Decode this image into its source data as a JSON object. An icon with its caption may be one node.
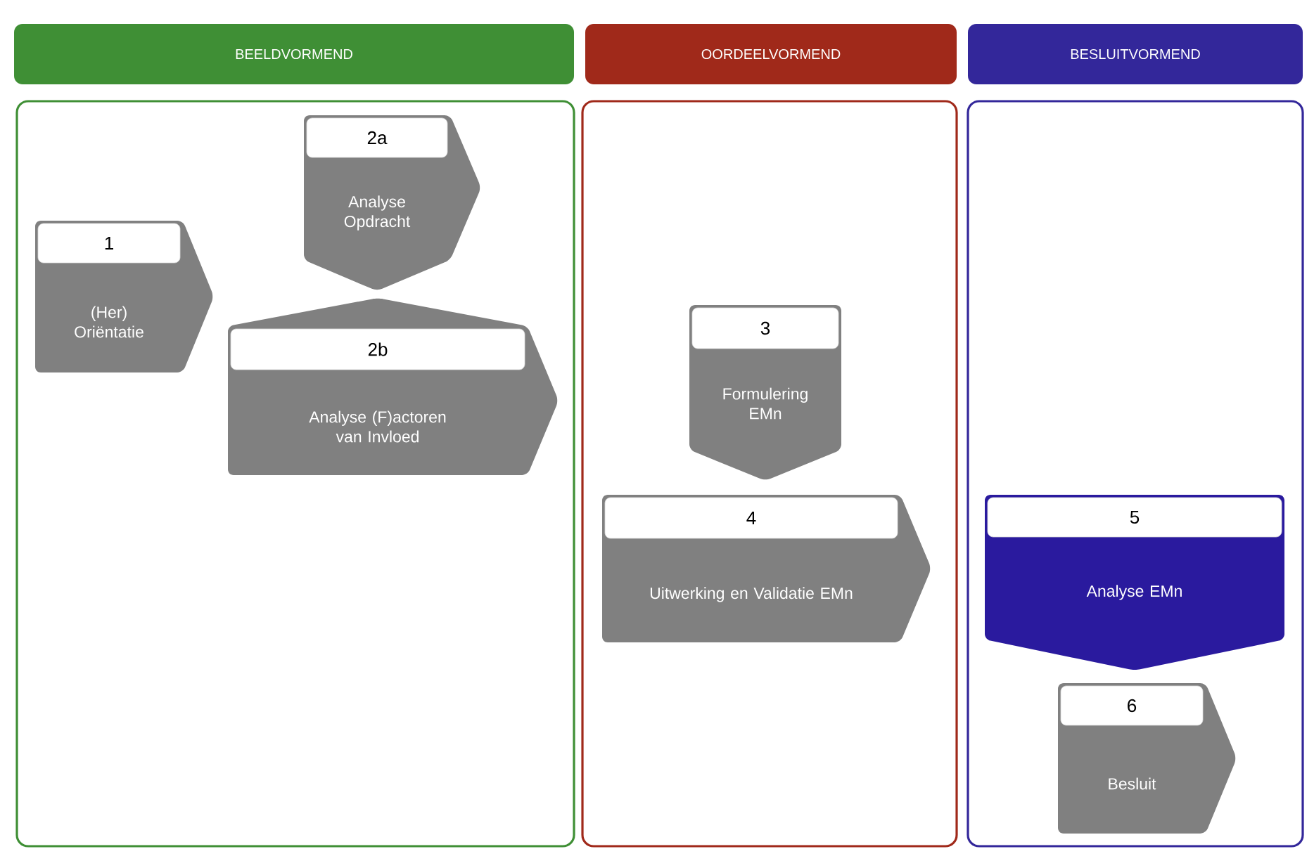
{
  "diagram": {
    "nodes": [
      {
        "text": [
          "BEELDVORMEND"
        ]
      },
      {
        "text": [
          "OORDEELVORMEND"
        ]
      },
      {
        "text": [
          "BESLUITVORMEND"
        ]
      },
      {
        "text": [],
        "shape": "box"
      },
      {
        "text": [],
        "shape": "box"
      },
      {
        "text": [],
        "shape": "box"
      },
      {
        "text": [
          "1",
          "(Her) Oriëntatie"
        ],
        "in": 3
      },
      {
        "text": [
          "2a",
          "Analyse Opdracht"
        ],
        "in": 3
      },
      {
        "text": [
          "2b",
          "Analyse (F)actoren van Invloed"
        ],
        "in": 3
      },
      {
        "text": [
          "3",
          "Formulering EMn"
        ],
        "in": 4
      },
      {
        "text": [
          "4",
          "Uitwerking en Validatie EMn"
        ],
        "in": 4
      },
      {
        "text": [
          "5",
          "Analyse EMn"
        ],
        "in": 5
      },
      {
        "text": [
          "6",
          "Besluit"
        ],
        "in": 5
      }
    ]
  }
}
